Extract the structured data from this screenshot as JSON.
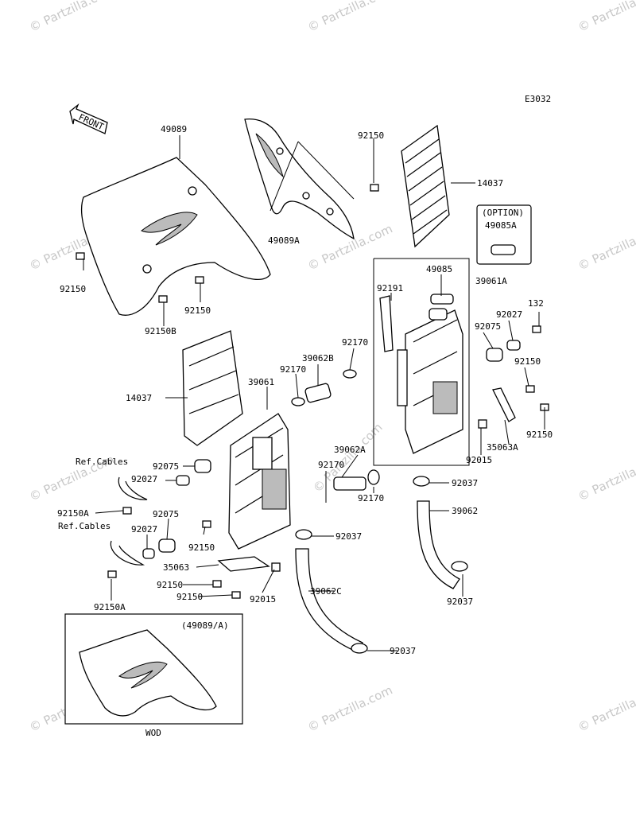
{
  "diagram_code": "E3032",
  "front_label": "FRONT",
  "watermark": "© Partzilla.com",
  "option_box": {
    "title": "(OPTION)",
    "part": "49085A"
  },
  "inset": {
    "title": "(49089/A)",
    "caption": "WOD"
  },
  "labels": {
    "p49089": "49089",
    "p49089A": "49089A",
    "p92150_a": "92150",
    "p14037_top": "14037",
    "p92150_left": "92150",
    "p92150_mid": "92150",
    "p92150B": "92150B",
    "p49085": "49085",
    "p39061A": "39061A",
    "p92191": "92191",
    "p132": "132",
    "p92027_r": "92027",
    "p92075_r": "92075",
    "p92170_a": "92170",
    "p39062B": "39062B",
    "p92170_b": "92170",
    "p92150_r": "92150",
    "p14037_left": "14037",
    "p39061": "39061",
    "p92150_r2": "92150",
    "p35063A": "35063A",
    "p92015_r": "92015",
    "p39062A": "39062A",
    "p92170_c": "92170",
    "p92170_d": "92170",
    "p92037_a": "92037",
    "p39062": "39062",
    "ref_cables_1": "Ref.Cables",
    "p92075_l": "92075",
    "p92027_l": "92027",
    "p92150A_1": "92150A",
    "p92075_l2": "92075",
    "ref_cables_2": "Ref.Cables",
    "p92027_l2": "92027",
    "p92150_c": "92150",
    "p92037_b": "92037",
    "p35063": "35063",
    "p92150_d": "92150",
    "p92150_e": "92150",
    "p92015_l": "92015",
    "p39062C": "39062C",
    "p92037_c": "92037",
    "p92150A_2": "92150A",
    "p92037_d": "92037"
  }
}
